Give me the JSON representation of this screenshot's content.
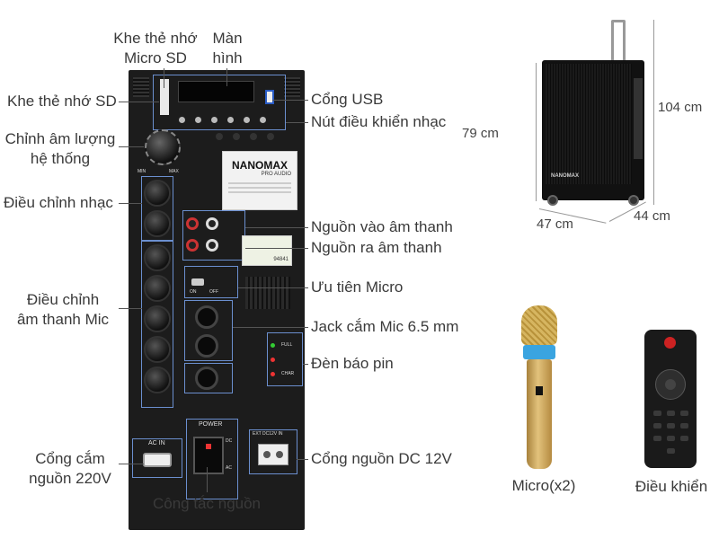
{
  "brand": "NANOMAX",
  "brand_sub": "PRO AUDIO",
  "labels": {
    "micro_sd": "Khe thẻ nhớ\nMicro SD",
    "screen": "Màn\nhình",
    "sd_slot": "Khe thẻ nhớ SD",
    "usb": "Cổng USB",
    "music_buttons": "Nút điều khiển nhạc",
    "master_volume": "Chỉnh âm lượng\nhệ thống",
    "music_adjust": "Điều chỉnh nhạc",
    "audio_in": "Nguồn vào âm thanh",
    "audio_out": "Nguồn ra âm thanh",
    "mic_priority": "Ưu tiên Micro",
    "mic_adjust": "Điều chỉnh\nâm thanh Mic",
    "mic_jack": "Jack cắm Mic 6.5 mm",
    "battery_led": "Đèn báo pin",
    "ac_port": "Cổng cắm\nnguồn 220V",
    "dc_port": "Cổng nguồn DC 12V",
    "power_switch": "Công tắc nguồn",
    "mic_caption": "Micro(x2)",
    "remote_caption": "Điều khiển"
  },
  "dimensions": {
    "height_total": "104 cm",
    "height_body": "79 cm",
    "width": "47 cm",
    "depth": "44 cm"
  },
  "panel_text": {
    "power": "POWER",
    "ac_in": "AC IN",
    "dc_in": "EXT DC12V IN",
    "full": "FULL",
    "char": "CHAR",
    "on": "ON",
    "off": "OFF",
    "min": "MIN",
    "max": "MAX",
    "dc": "DC",
    "ac": "AC",
    "label_number": "94841"
  },
  "colors": {
    "outline": "#6b8fcf",
    "panel": "#1c1c1c",
    "mic_gold": "#d6b560",
    "mic_ring": "#3aa4e0"
  }
}
